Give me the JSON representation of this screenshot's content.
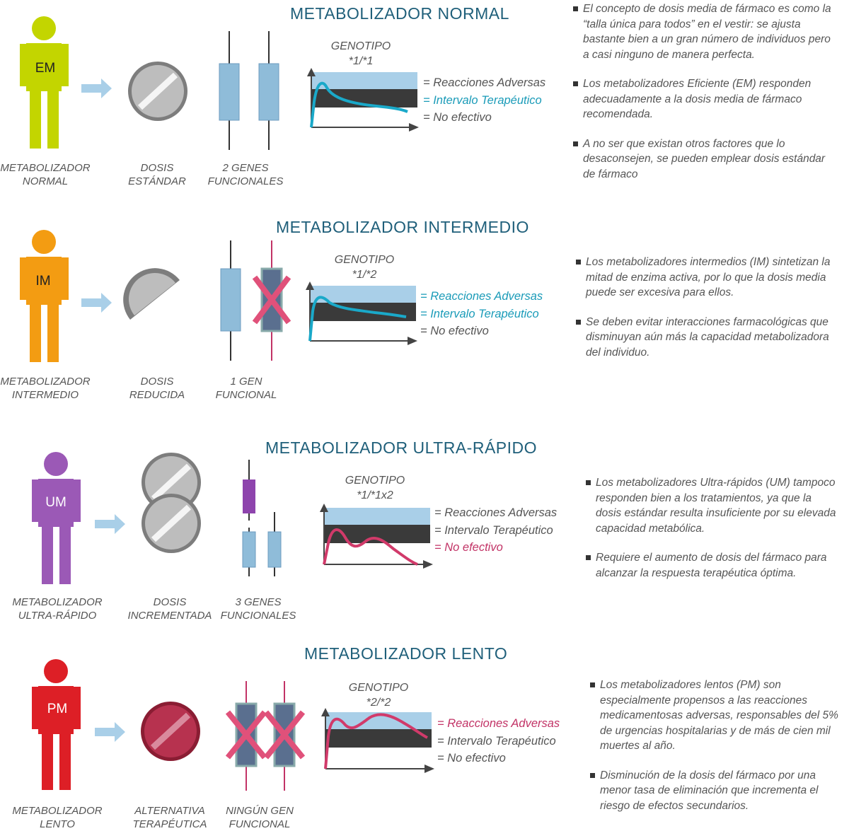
{
  "sections": [
    {
      "title": "METABOLIZADOR NORMAL",
      "badge": "EM",
      "person_label": [
        "METABOLIZADOR",
        "NORMAL"
      ],
      "dose_label": [
        "DOSIS",
        "ESTÁNDAR"
      ],
      "genes_label": [
        "2 GENES",
        "FUNCIONALES"
      ],
      "genotipo": [
        "GENOTIPO",
        "*1/*1"
      ],
      "legend": [
        "= Reacciones Adversas",
        "= Intervalo Terapéutico",
        "= No efectivo"
      ],
      "bullets": [
        "El concepto de dosis media de fármaco es como la “talla única para todos” en el vestir: se ajusta bastante bien a un gran número de individuos pero a casi ninguno de manera perfecta.",
        "Los metabolizadores Eficiente (EM) responden adecuadamente a la dosis media de fármaco recomendada.",
        "A no ser que existan otros factores que lo desaconsejen, se pueden emplear dosis estándar de fármaco"
      ],
      "colors": {
        "figure": "#c3d500",
        "curve": "#1aa9c9"
      }
    },
    {
      "title": "METABOLIZADOR INTERMEDIO",
      "badge": "IM",
      "person_label": [
        "METABOLIZADOR",
        "INTERMEDIO"
      ],
      "dose_label": [
        "DOSIS",
        "REDUCIDA"
      ],
      "genes_label": [
        "1 GEN",
        "FUNCIONAL"
      ],
      "genotipo": [
        "GENOTIPO",
        "*1/*2"
      ],
      "legend": [
        "= Reacciones Adversas",
        "= Intervalo Terapéutico",
        "= No efectivo"
      ],
      "bullets": [
        "Los metabolizadores intermedios (IM) sintetizan la mitad de enzima activa, por lo que la dosis media puede ser excesiva para ellos.",
        "Se deben evitar interacciones farmacológicas que disminuyan aún más la capacidad metabolizadora del individuo."
      ],
      "colors": {
        "figure": "#f39c12",
        "curve": "#1aa9c9"
      }
    },
    {
      "title": "METABOLIZADOR ULTRA-RÁPIDO",
      "badge": "UM",
      "person_label": [
        "METABOLIZADOR",
        "ULTRA-RÁPIDO"
      ],
      "dose_label": [
        "DOSIS",
        "INCREMENTADA"
      ],
      "genes_label": [
        "3 GENES",
        "FUNCIONALES"
      ],
      "genotipo": [
        "GENOTIPO",
        "*1/*1x2"
      ],
      "legend": [
        "= Reacciones Adversas",
        "= Intervalo Terapéutico",
        "= No efectivo"
      ],
      "bullets": [
        "Los metabolizadores Ultra-rápidos (UM) tampoco responden bien a los tratamientos, ya que la dosis estándar resulta insuficiente por su elevada capacidad metabólica.",
        "Requiere el aumento de dosis del fármaco para alcanzar la respuesta terapéutica óptima."
      ],
      "colors": {
        "figure": "#9b59b6",
        "curve": "#d13a6a"
      }
    },
    {
      "title": "METABOLIZADOR LENTO",
      "badge": "PM",
      "person_label": [
        "METABOLIZADOR",
        "LENTO"
      ],
      "dose_label": [
        "ALTERNATIVA",
        "TERAPÉUTICA"
      ],
      "genes_label": [
        "NINGÚN GEN",
        "FUNCIONAL"
      ],
      "genotipo": [
        "GENOTIPO",
        "*2/*2"
      ],
      "legend": [
        "= Reacciones Adversas",
        "= Intervalo Terapéutico",
        "= No efectivo"
      ],
      "bullets": [
        "Los metabolizadores lentos (PM) son especialmente propensos a las reacciones medicamentosas adversas, responsables del 5% de urgencias hospitalarias y de más de cien mil muertes al año.",
        "Disminución de la dosis del fármaco por una menor tasa de eliminación que incrementa el riesgo de efectos secundarios."
      ],
      "colors": {
        "figure": "#dd1f26",
        "curve": "#d13a6a"
      }
    }
  ],
  "colors": {
    "title": "#1f5f7a",
    "gene_box": "#8fbcd9",
    "gene_box_purple": "#8e44ad",
    "adverse_band": "#a9cfe8",
    "therapeutic_band": "#3a3a3a",
    "cross": "#e0517a",
    "arrow": "#a9cfe8"
  }
}
